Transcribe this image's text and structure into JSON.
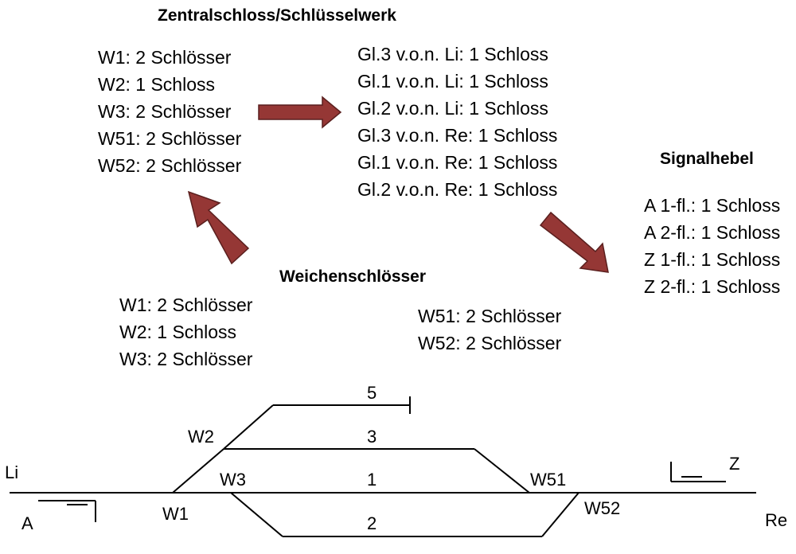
{
  "zentral": {
    "title": "Zentralschloss/Schlüsselwerk",
    "weichen": [
      "W1: 2 Schlösser",
      "W2: 1 Schloss",
      "W3: 2 Schlösser",
      "W51: 2 Schlösser",
      "W52: 2 Schlösser"
    ],
    "gleise": [
      "Gl.3 v.o.n. Li: 1 Schloss",
      "Gl.1 v.o.n. Li: 1 Schloss",
      "Gl.2 v.o.n. Li: 1 Schloss",
      "Gl.3 v.o.n. Re: 1 Schloss",
      "Gl.1 v.o.n. Re: 1 Schloss",
      "Gl.2 v.o.n. Re: 1 Schloss"
    ]
  },
  "signalhebel": {
    "title": "Signalhebel",
    "items": [
      "A 1-fl.: 1 Schloss",
      "A 2-fl.: 1 Schloss",
      "Z 1-fl.: 1 Schloss",
      "Z 2-fl.: 1 Schloss"
    ]
  },
  "weichenschloesser": {
    "title": "Weichenschlösser",
    "left": [
      "W1: 2 Schlösser",
      "W2: 1 Schloss",
      "W3: 2 Schlösser"
    ],
    "right": [
      "W51: 2 Schlösser",
      "W52: 2 Schlösser"
    ]
  },
  "track": {
    "track_5": "5",
    "track_3": "3",
    "track_1": "1",
    "track_2": "2",
    "w1": "W1",
    "w2": "W2",
    "w3": "W3",
    "w51": "W51",
    "w52": "W52",
    "li": "Li",
    "re": "Re",
    "signal_a": "A",
    "signal_z": "Z"
  },
  "colors": {
    "arrow_fill": "#953735",
    "arrow_stroke": "#5a1f1e",
    "line": "#000000"
  }
}
